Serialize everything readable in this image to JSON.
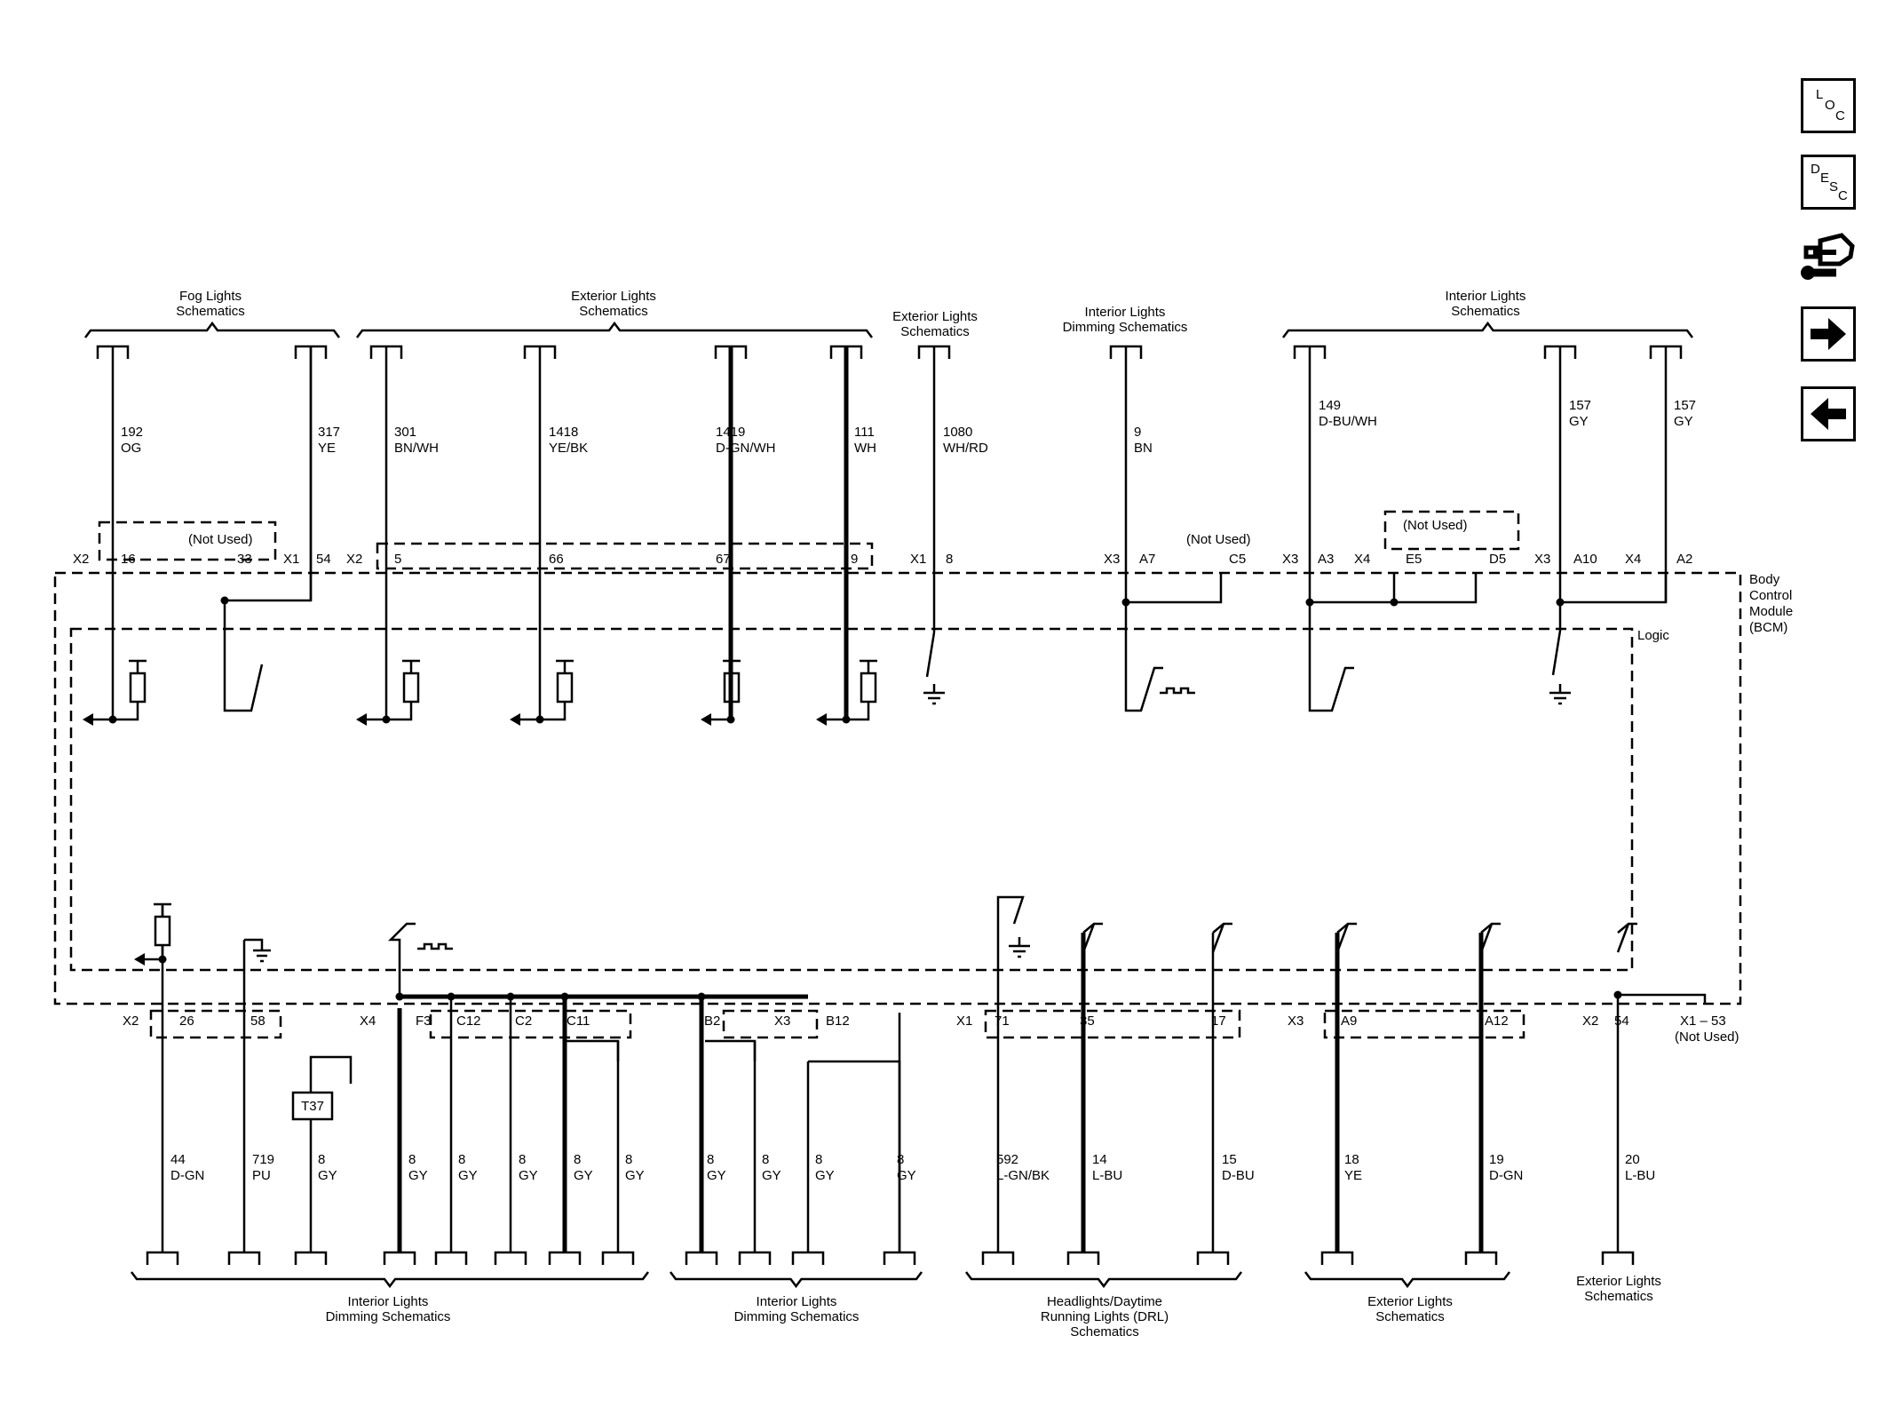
{
  "headers_top": [
    {
      "id": "fog",
      "lines": [
        "Fog Lights",
        "Schematics"
      ]
    },
    {
      "id": "ext1",
      "lines": [
        "Exterior Lights",
        "Schematics"
      ]
    },
    {
      "id": "ext2",
      "lines": [
        "Exterior Lights",
        "Schematics"
      ]
    },
    {
      "id": "intdim",
      "lines": [
        "Interior Lights",
        "Dimming Schematics"
      ]
    },
    {
      "id": "int",
      "lines": [
        "Interior Lights",
        "Schematics"
      ]
    }
  ],
  "headers_bottom": [
    {
      "id": "intdim1",
      "lines": [
        "Interior Lights",
        "Dimming Schematics"
      ]
    },
    {
      "id": "intdim2",
      "lines": [
        "Interior Lights",
        "Dimming Schematics"
      ]
    },
    {
      "id": "drl",
      "lines": [
        "Headlights/Daytime",
        "Running Lights (DRL)",
        "Schematics"
      ]
    },
    {
      "id": "ext3",
      "lines": [
        "Exterior Lights",
        "Schematics"
      ]
    },
    {
      "id": "ext4",
      "lines": [
        "Exterior Lights",
        "Schematics"
      ]
    }
  ],
  "module": {
    "lines": [
      "Body",
      "Control",
      "Module",
      "(BCM)"
    ],
    "logic": "Logic"
  },
  "not_used": "(Not Used)",
  "wires_top": [
    {
      "circuit": "192",
      "color": "OG"
    },
    {
      "circuit": "317",
      "color": "YE"
    },
    {
      "circuit": "301",
      "color": "BN/WH"
    },
    {
      "circuit": "1418",
      "color": "YE/BK"
    },
    {
      "circuit": "1419",
      "color": "D-GN/WH"
    },
    {
      "circuit": "111",
      "color": "WH"
    },
    {
      "circuit": "1080",
      "color": "WH/RD"
    },
    {
      "circuit": "9",
      "color": "BN"
    },
    {
      "circuit": "149",
      "color": "D-BU/WH"
    },
    {
      "circuit": "157",
      "color": "GY"
    },
    {
      "circuit": "157",
      "color": "GY"
    }
  ],
  "pins_top": [
    "X2",
    "16",
    "33",
    "X1",
    "54",
    "X2",
    "5",
    "66",
    "67",
    "9",
    "X1",
    "8",
    "X3",
    "A7",
    "C5",
    "X3",
    "A3",
    "X4",
    "E5",
    "D5",
    "X3",
    "A10",
    "X4",
    "A2"
  ],
  "pins_bottom": [
    "X2",
    "26",
    "58",
    "X4",
    "F3",
    "C12",
    "C2",
    "C11",
    "B2",
    "X3",
    "B12",
    "X1",
    "71",
    "35",
    "17",
    "X3",
    "A9",
    "A12",
    "X2",
    "54",
    "X1 – 53"
  ],
  "wires_bottom": [
    {
      "circuit": "44",
      "color": "D-GN"
    },
    {
      "circuit": "719",
      "color": "PU"
    },
    {
      "circuit": "8",
      "color": "GY"
    },
    {
      "circuit": "8",
      "color": "GY"
    },
    {
      "circuit": "8",
      "color": "GY"
    },
    {
      "circuit": "8",
      "color": "GY"
    },
    {
      "circuit": "8",
      "color": "GY"
    },
    {
      "circuit": "8",
      "color": "GY"
    },
    {
      "circuit": "8",
      "color": "GY"
    },
    {
      "circuit": "8",
      "color": "GY"
    },
    {
      "circuit": "8",
      "color": "GY"
    },
    {
      "circuit": "8",
      "color": "GY"
    },
    {
      "circuit": "592",
      "color": "L-GN/BK"
    },
    {
      "circuit": "14",
      "color": "L-BU"
    },
    {
      "circuit": "15",
      "color": "D-BU"
    },
    {
      "circuit": "18",
      "color": "YE"
    },
    {
      "circuit": "19",
      "color": "D-GN"
    },
    {
      "circuit": "20",
      "color": "L-BU"
    }
  ],
  "component": "T37",
  "nav": {
    "loc": [
      "L",
      "O",
      "C"
    ],
    "desc": [
      "D",
      "E",
      "S",
      "C"
    ]
  },
  "nav_icons": [
    "harness-wrench-icon",
    "arrow-right-icon",
    "arrow-left-icon"
  ]
}
